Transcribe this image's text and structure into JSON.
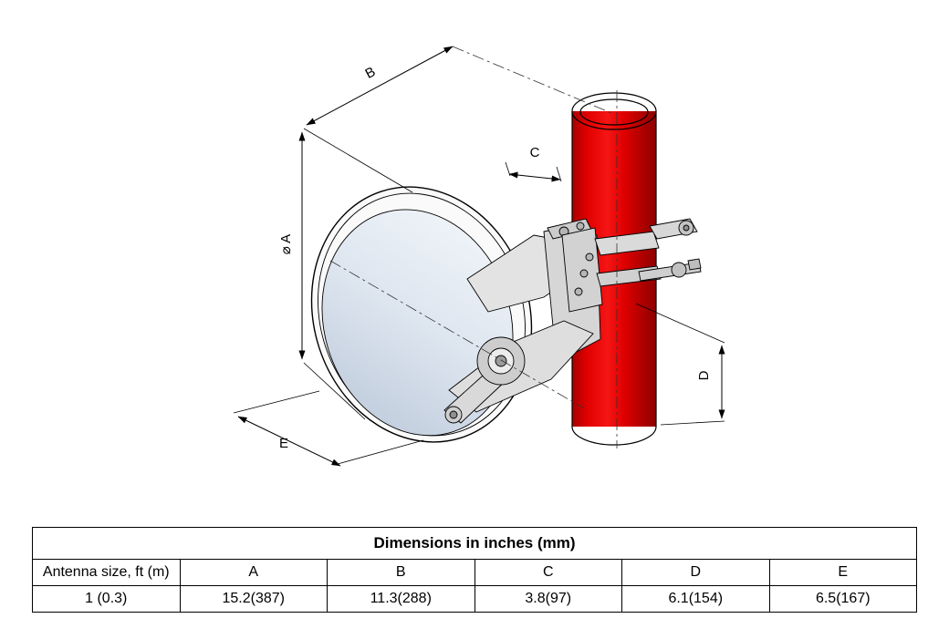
{
  "diagram": {
    "labels": {
      "dim_a": "⌀ A",
      "dim_b": "B",
      "dim_c": "C",
      "dim_d": "D",
      "dim_e": "E"
    },
    "colors": {
      "pipe_red": "#e60000",
      "pipe_dark": "#a80000",
      "dish_light": "#e9eef5",
      "metal_gray": "#d8d8d8"
    }
  },
  "table": {
    "title": "Dimensions in inches (mm)",
    "columns": [
      "Antenna size, ft (m)",
      "A",
      "B",
      "C",
      "D",
      "E"
    ],
    "rows": [
      [
        "1 (0.3)",
        "15.2(387)",
        "11.3(288)",
        "3.8(97)",
        "6.1(154)",
        "6.5(167)"
      ]
    ]
  }
}
